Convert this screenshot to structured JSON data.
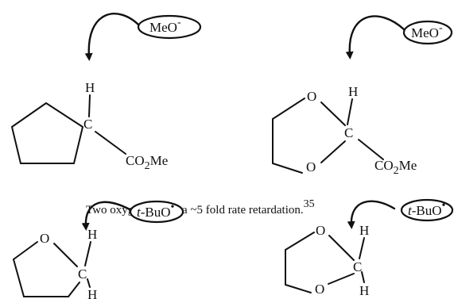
{
  "caption": {
    "text": "Two oxygens cause a ~5 fold rate retardation.",
    "ref": "35"
  },
  "molecules": {
    "m1": {
      "c": "C",
      "h": "H",
      "ester": "CO",
      "ester_sub": "2",
      "ester_end": "Me",
      "base": "MeO",
      "base_sup": "-"
    },
    "m2": {
      "o1": "O",
      "o2": "O",
      "c": "C",
      "h": "H",
      "ester": "CO",
      "ester_sub": "2",
      "ester_end": "Me",
      "base": "MeO",
      "base_sup": "-"
    },
    "m3": {
      "o1": "O",
      "c": "C",
      "h1": "H",
      "h2": "H",
      "base_ital": "t",
      "base": "-BuO",
      "base_sup": "•"
    },
    "m4": {
      "o1": "O",
      "o2": "O",
      "c": "C",
      "h1": "H",
      "h2": "H",
      "base_ital": "t",
      "base": "-BuO",
      "base_sup": "•"
    }
  }
}
